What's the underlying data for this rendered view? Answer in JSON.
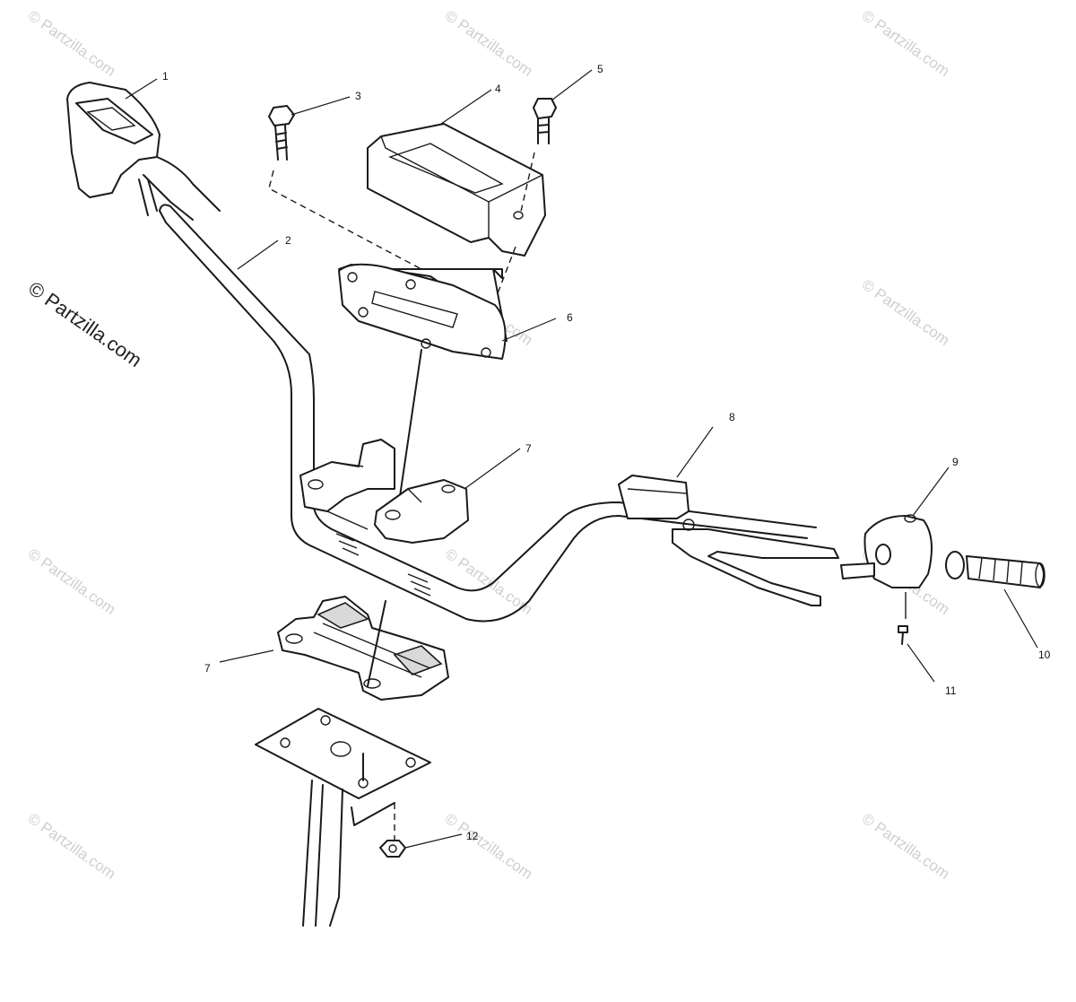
{
  "watermark": {
    "main_text": "© Partzilla.com",
    "repeat_text": "© Partzilla.com"
  },
  "callouts": [
    "1",
    "2",
    "3",
    "4",
    "5",
    "6",
    "7",
    "7",
    "8",
    "9",
    "10",
    "11",
    "12"
  ],
  "colors": {
    "line": "#1a1a1a",
    "watermark": "#cfcfcf",
    "background": "#ffffff"
  }
}
